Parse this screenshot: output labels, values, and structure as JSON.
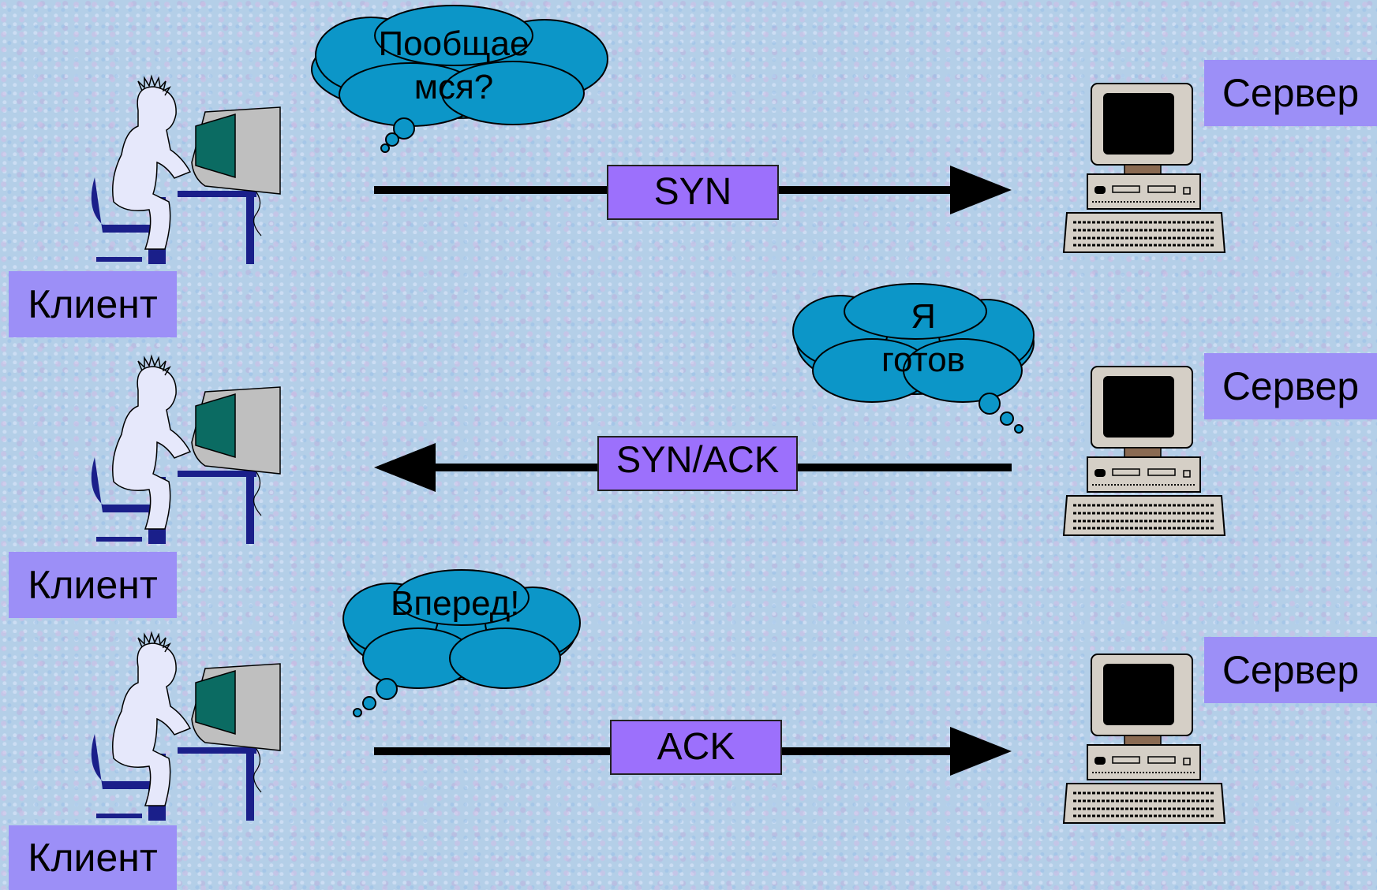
{
  "client_label": "Клиент",
  "server_label": "Сервер",
  "steps": [
    {
      "message": "SYN",
      "thought": "Пообщае мся?",
      "thinker": "client",
      "direction": "to-server"
    },
    {
      "message": "SYN/ACK",
      "thought": "Я готов",
      "thinker": "server",
      "direction": "to-client"
    },
    {
      "message": "ACK",
      "thought": "Вперед!",
      "thinker": "client",
      "direction": "to-server"
    }
  ],
  "colors": {
    "label_bg": "#9c8ff7",
    "message_bg": "#9c70fc",
    "cloud": "#0c96c8",
    "arrow": "#000000"
  }
}
